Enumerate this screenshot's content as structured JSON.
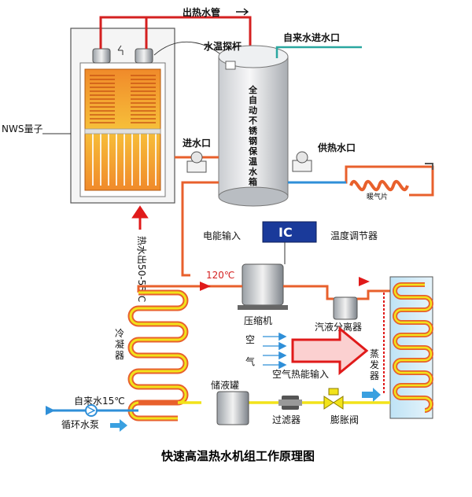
{
  "labels": {
    "hot_water_out_pipe": "出热水管",
    "water_temp_probe": "水温探杆",
    "tap_water_inlet": "自来水进水口",
    "tank_name": [
      "全",
      "自",
      "动",
      "不",
      "锈",
      "钢",
      "保",
      "温",
      "水",
      "箱"
    ],
    "nws_quantum": "NWS量子",
    "water_inlet": "进水口",
    "heat_supply_outlet": "供热水口",
    "radiator": "暖气片",
    "hot_water_out_temp": "热水出50-55℃",
    "power_input": "电能输入",
    "ic": "IC",
    "thermostat": "温度调节器",
    "temp_120": "120℃",
    "compressor": "压缩机",
    "gas_liquid_separator": "汽液分离器",
    "condenser": [
      "冷",
      "凝",
      "器"
    ],
    "air": [
      "空",
      "气"
    ],
    "evaporator": [
      "蒸",
      "发",
      "器"
    ],
    "air_heat_input": "空气热能输入",
    "liquid_tank": "储液罐",
    "tap_water_15": "自来水15℃",
    "circulation_pump": "循环水泵",
    "filter": "过滤器",
    "expansion_valve": "膨胀阀",
    "diagram_title": "快速高温热水机组工作原理图"
  },
  "colors": {
    "hot_pipe": "#e8602c",
    "red_pipe": "#d42020",
    "teal_pipe": "#2aa7a0",
    "yellow_pipe": "#f2e31a",
    "blue_pipe": "#2f8fd8",
    "flow_arrow_red": "#e01a1a",
    "flow_arrow_blue": "#3aa0e0"
  }
}
